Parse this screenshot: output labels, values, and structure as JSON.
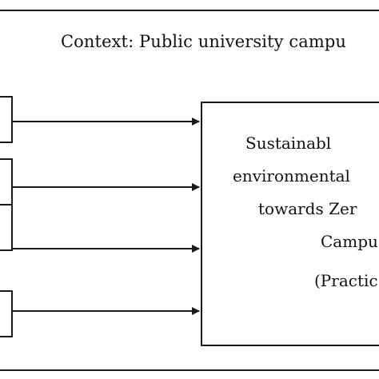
{
  "diagram": {
    "context_title": "Context: Public university campu",
    "target": {
      "lines": [
        "Sustainabl",
        "environmental",
        "towards Zer",
        "Campu"
      ],
      "practice": "(Practic"
    },
    "inputs": [
      {
        "label": ""
      },
      {
        "label": ""
      },
      {
        "label": ""
      },
      {
        "label": ""
      }
    ]
  }
}
